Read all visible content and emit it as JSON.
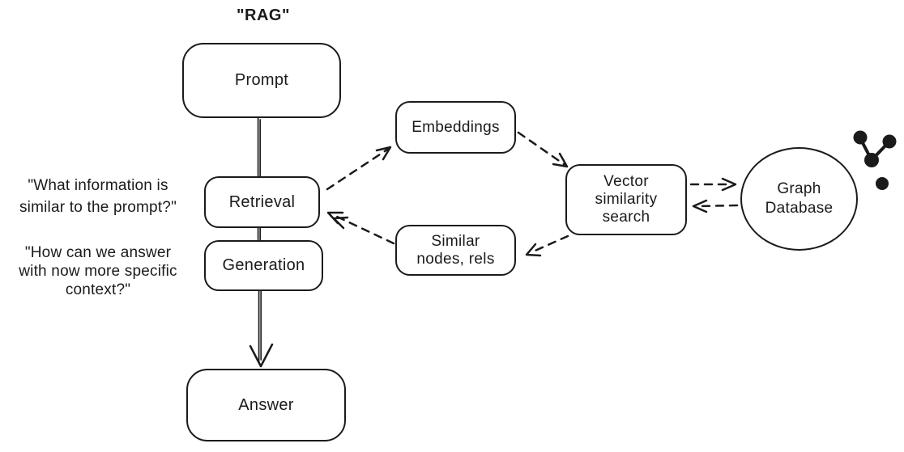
{
  "title": "\"RAG\"",
  "colors": {
    "ink": "#1b1b1b",
    "background": "#ffffff"
  },
  "nodes": {
    "prompt": {
      "label": "Prompt"
    },
    "retrieval": {
      "label": "Retrieval"
    },
    "generation": {
      "label": "Generation"
    },
    "answer": {
      "label": "Answer"
    },
    "embeddings": {
      "label": "Embeddings"
    },
    "vector_search": {
      "label": "Vector similarity search",
      "lines": [
        "Vector",
        "similarity",
        "search"
      ]
    },
    "similar_nodes": {
      "label": "Similar nodes, rels",
      "lines": [
        "Similar",
        "nodes, rels"
      ]
    },
    "graph_db": {
      "label": "Graph Database",
      "lines": [
        "Graph",
        "Database"
      ]
    }
  },
  "annotations": {
    "retrieval_question": {
      "lines": [
        "\"What information is",
        "similar to the prompt?\""
      ]
    },
    "generation_question": {
      "lines": [
        "\"How can we answer",
        "with now more specific",
        "context?\""
      ]
    }
  },
  "icons": {
    "graph_icon": "graph-nodes-icon"
  },
  "edges": [
    {
      "from": "prompt",
      "to": "retrieval",
      "style": "solid",
      "arrow": false
    },
    {
      "from": "retrieval",
      "to": "generation",
      "style": "solid",
      "arrow": false
    },
    {
      "from": "generation",
      "to": "answer",
      "style": "solid",
      "arrow": true
    },
    {
      "from": "retrieval",
      "to": "embeddings",
      "style": "dashed",
      "arrow": true
    },
    {
      "from": "embeddings",
      "to": "vector_search",
      "style": "dashed",
      "arrow": true
    },
    {
      "from": "vector_search",
      "to": "graph_db",
      "style": "dashed",
      "arrow": true
    },
    {
      "from": "graph_db",
      "to": "vector_search",
      "style": "dashed",
      "arrow": true
    },
    {
      "from": "vector_search",
      "to": "similar_nodes",
      "style": "dashed",
      "arrow": true
    },
    {
      "from": "similar_nodes",
      "to": "retrieval",
      "style": "dashed",
      "arrow": true
    }
  ]
}
